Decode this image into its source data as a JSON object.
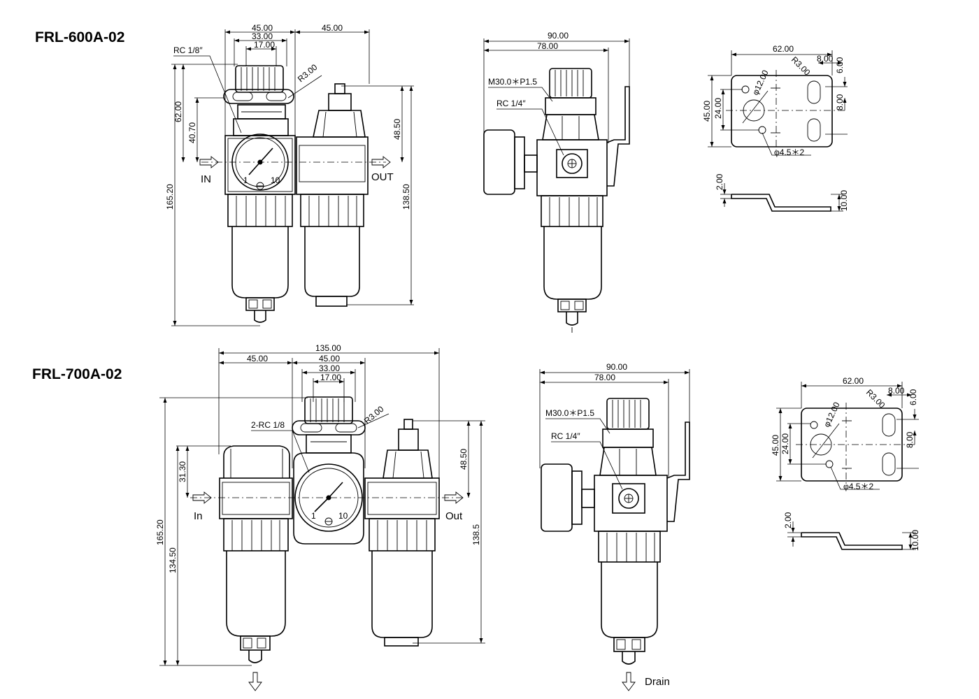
{
  "models": [
    {
      "title": "FRL-600A-02",
      "front_view": {
        "width_dims": [
          "45.00",
          "33.00",
          "17.00",
          "45.00"
        ],
        "port_label": "RC 1/8″",
        "radius_label": "R3.00",
        "height_dims": [
          "62.00",
          "40.70",
          "165.20",
          "48.50",
          "138.50"
        ],
        "inlet_label": "IN",
        "outlet_label": "OUT",
        "gauge_min": "1",
        "gauge_max": "10"
      },
      "side_view": {
        "width_dims": [
          "90.00",
          "78.00"
        ],
        "thread_label": "M30.0＊P1.5",
        "port_label": "RC 1/4″"
      },
      "bracket": {
        "top_dims": [
          "62.00",
          "8.00",
          "6.00"
        ],
        "radius_label": "R3.00",
        "hole_label": "φ12.00",
        "left_dims": [
          "45.00",
          "24.00"
        ],
        "right_dim": "8.00",
        "bolt_label": "φ4.5＊2",
        "thickness": "2.00",
        "height": "10.00"
      }
    },
    {
      "title": "FRL-700A-02",
      "front_view": {
        "width_dims": [
          "135.00",
          "45.00",
          "45.00",
          "33.00",
          "17.00"
        ],
        "port_label": "2-RC 1/8",
        "radius_label": "R3.00",
        "height_dims": [
          "31.30",
          "165.20",
          "134.50",
          "48.50",
          "138.5"
        ],
        "inlet_label": "In",
        "outlet_label": "Out",
        "gauge_min": "1",
        "gauge_max": "10"
      },
      "side_view": {
        "width_dims": [
          "90.00",
          "78.00"
        ],
        "thread_label": "M30.0＊P1.5",
        "port_label": "RC 1/4″",
        "drain_label": "Drain"
      },
      "bracket": {
        "top_dims": [
          "62.00",
          "8.00",
          "6.00"
        ],
        "radius_label": "R3.00",
        "hole_label": "φ12.00",
        "left_dims": [
          "45.00",
          "24.00"
        ],
        "right_dim": "8.00",
        "bolt_label": "φ4.5＊2",
        "thickness": "2.00",
        "height": "10.00"
      }
    }
  ]
}
